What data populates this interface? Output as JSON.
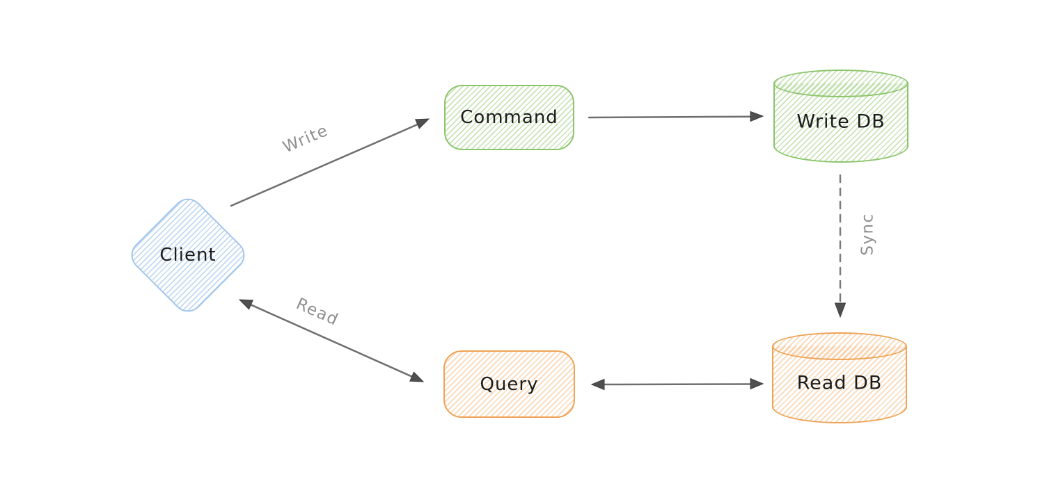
{
  "nodes": {
    "client": {
      "label": "Client",
      "shape": "diamond",
      "color": "#a3c6ec"
    },
    "command": {
      "label": "Command",
      "shape": "rectangle",
      "color": "#8cc46a"
    },
    "write_db": {
      "label": "Write DB",
      "shape": "cylinder",
      "color": "#8cc46a"
    },
    "query": {
      "label": "Query",
      "shape": "rectangle",
      "color": "#eea254"
    },
    "read_db": {
      "label": "Read DB",
      "shape": "cylinder",
      "color": "#eea254"
    }
  },
  "edges": {
    "write": {
      "label": "Write",
      "from": "client",
      "to": "command",
      "style": "solid",
      "heads": "single"
    },
    "command_write_db": {
      "label": "",
      "from": "command",
      "to": "write_db",
      "style": "solid",
      "heads": "single"
    },
    "sync": {
      "label": "Sync",
      "from": "write_db",
      "to": "read_db",
      "style": "dashed",
      "heads": "single"
    },
    "read": {
      "label": "Read",
      "from": "client",
      "to": "query",
      "style": "solid",
      "heads": "double"
    },
    "query_read_db": {
      "label": "",
      "from": "query",
      "to": "read_db",
      "style": "solid",
      "heads": "double"
    }
  },
  "colors": {
    "background": "#ffffff",
    "blue_stroke": "#a3c6ec",
    "green_stroke": "#8cc46a",
    "orange_stroke": "#eea254",
    "arrow": "#6e6e6e",
    "edge_label_text": "#8f8f8f",
    "node_text": "#1b1b1b"
  }
}
